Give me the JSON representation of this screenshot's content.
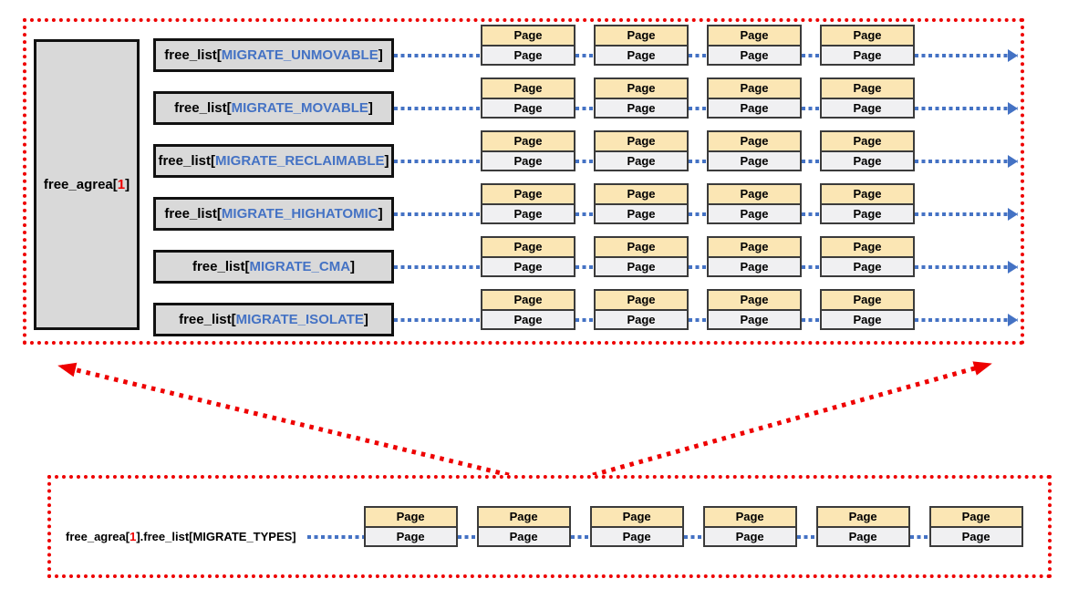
{
  "colors": {
    "red_accent": "#ee0000",
    "blue_accent": "#4472c4",
    "page_top_fill": "#fbe6b4",
    "page_bottom_fill": "#f0f0f2",
    "box_fill": "#d9d9d9",
    "box_border": "#111111",
    "page_border": "#3b3b3b"
  },
  "page_box": {
    "top_label": "Page",
    "bottom_label": "Page"
  },
  "top_panel": {
    "area_box": {
      "pre": "free_agrea[",
      "index": "1",
      "post": "]"
    },
    "pages_per_row": 4,
    "rows": [
      {
        "pre": "free_list[",
        "migrate": "MIGRATE_UNMOVABLE",
        "post": "]"
      },
      {
        "pre": "free_list[",
        "migrate": "MIGRATE_MOVABLE",
        "post": "]"
      },
      {
        "pre": "free_list[",
        "migrate": "MIGRATE_RECLAIMABLE",
        "post": "]"
      },
      {
        "pre": "free_list[",
        "migrate": "MIGRATE_HIGHATOMIC",
        "post": "]"
      },
      {
        "pre": "free_list[",
        "migrate": "MIGRATE_CMA",
        "post": "]"
      },
      {
        "pre": "free_list[",
        "migrate": "MIGRATE_ISOLATE",
        "post": "]"
      }
    ]
  },
  "bottom_panel": {
    "label": {
      "pre": "free_agrea[",
      "index": "1",
      "post": "].free_list[MIGRATE_TYPES]"
    },
    "page_count": 6
  }
}
